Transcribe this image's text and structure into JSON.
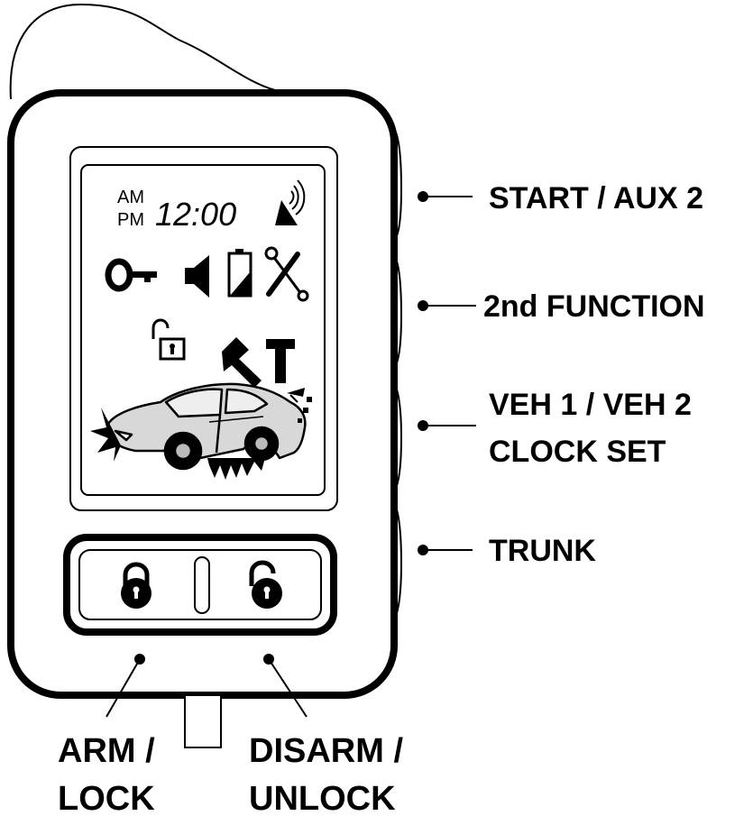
{
  "buttons": {
    "start_aux2": "START / AUX 2",
    "second_function": "2nd FUNCTION",
    "veh_line1": "VEH 1 / VEH 2",
    "veh_line2": "CLOCK SET",
    "trunk": "TRUNK",
    "arm_line1": "ARM /",
    "arm_line2": "LOCK",
    "disarm_line1": "DISARM /",
    "disarm_line2": "UNLOCK"
  },
  "lcd": {
    "am": "AM",
    "pm": "PM",
    "time": "12:00"
  },
  "icons": [
    "transmit-signal-icon",
    "key-icon",
    "speaker-icon",
    "battery-icon",
    "tools-icon",
    "padlock-open-icon",
    "hammer-icon",
    "car-icon",
    "impact-icon"
  ]
}
